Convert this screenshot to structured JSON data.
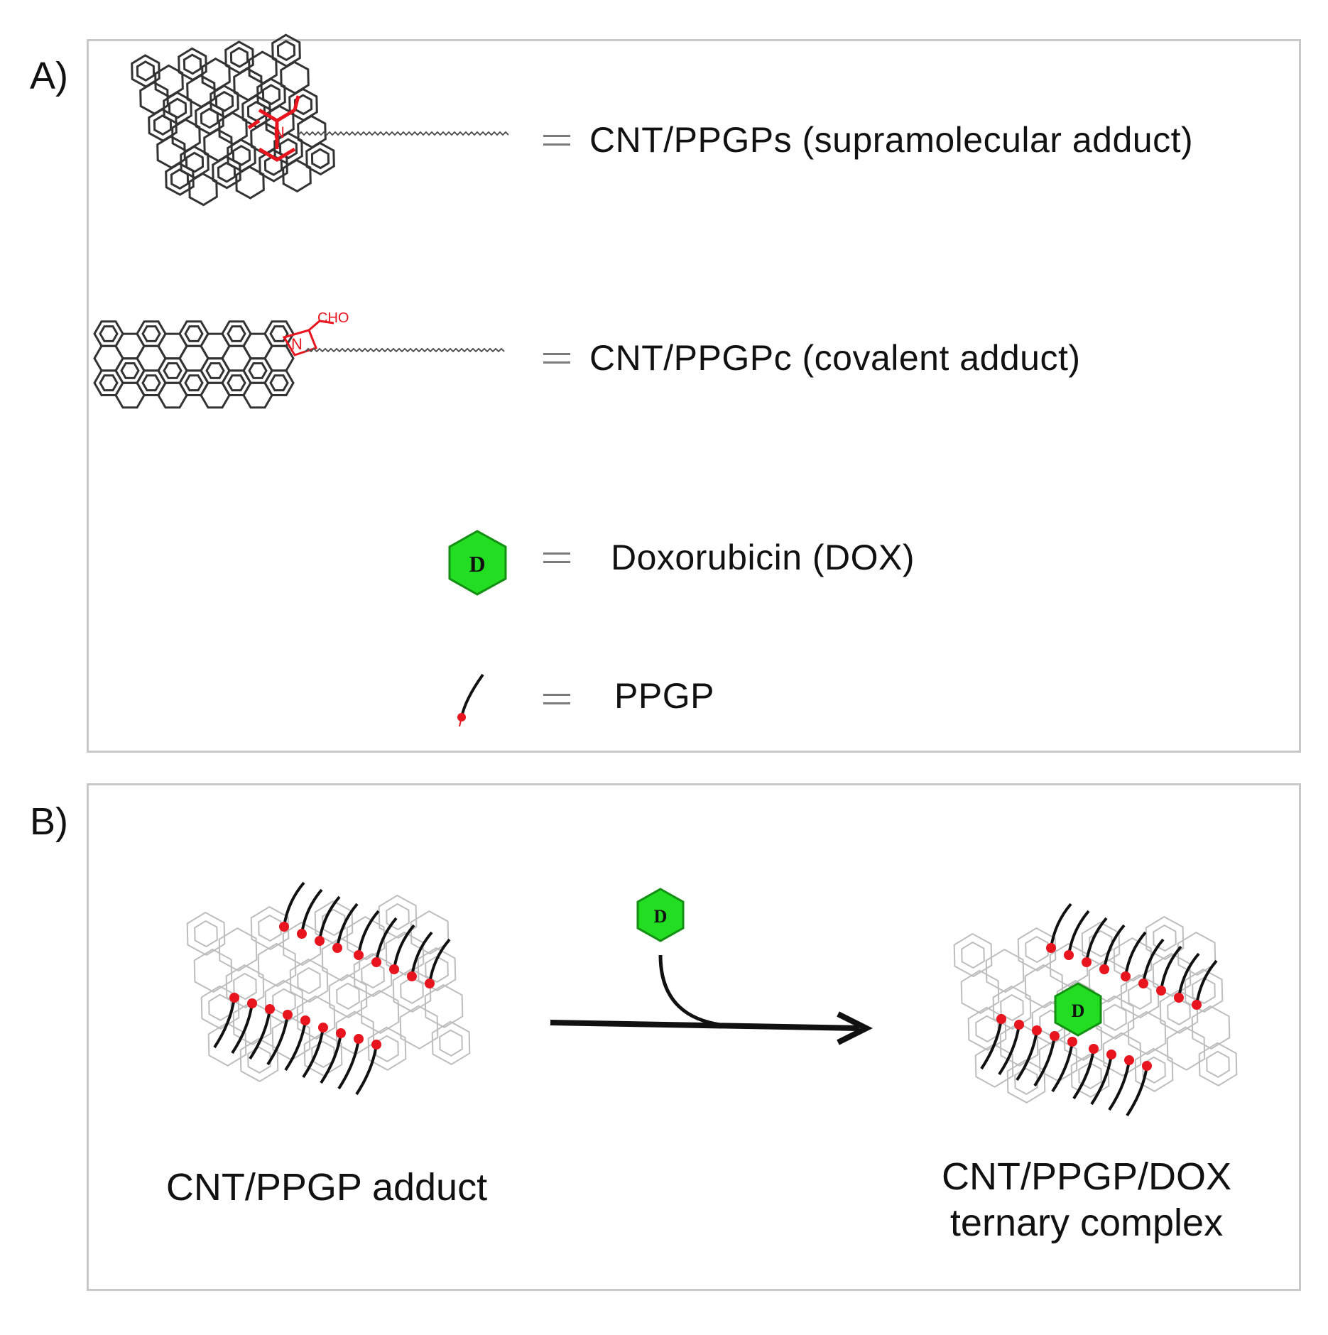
{
  "panels": {
    "a_label": "A)",
    "b_label": "B)"
  },
  "legend": {
    "supramolecular": "CNT/PPGPs (supramolecular adduct)",
    "covalent": "CNT/PPGPc (covalent adduct)",
    "dox": "Doxorubicin (DOX)",
    "ppgp": "PPGP",
    "cho_label": "CHO",
    "n_label": "N",
    "d_letter": "D"
  },
  "scheme": {
    "left_caption": "CNT/PPGP adduct",
    "right_caption_line1": "CNT/PPGP/DOX",
    "right_caption_line2": "ternary complex"
  },
  "colors": {
    "accent_red": "#e8141e",
    "dox_green": "#22dd22",
    "tube_dark": "#333333",
    "tube_light": "#bdbdbd",
    "frame": "#c8c8c8"
  }
}
